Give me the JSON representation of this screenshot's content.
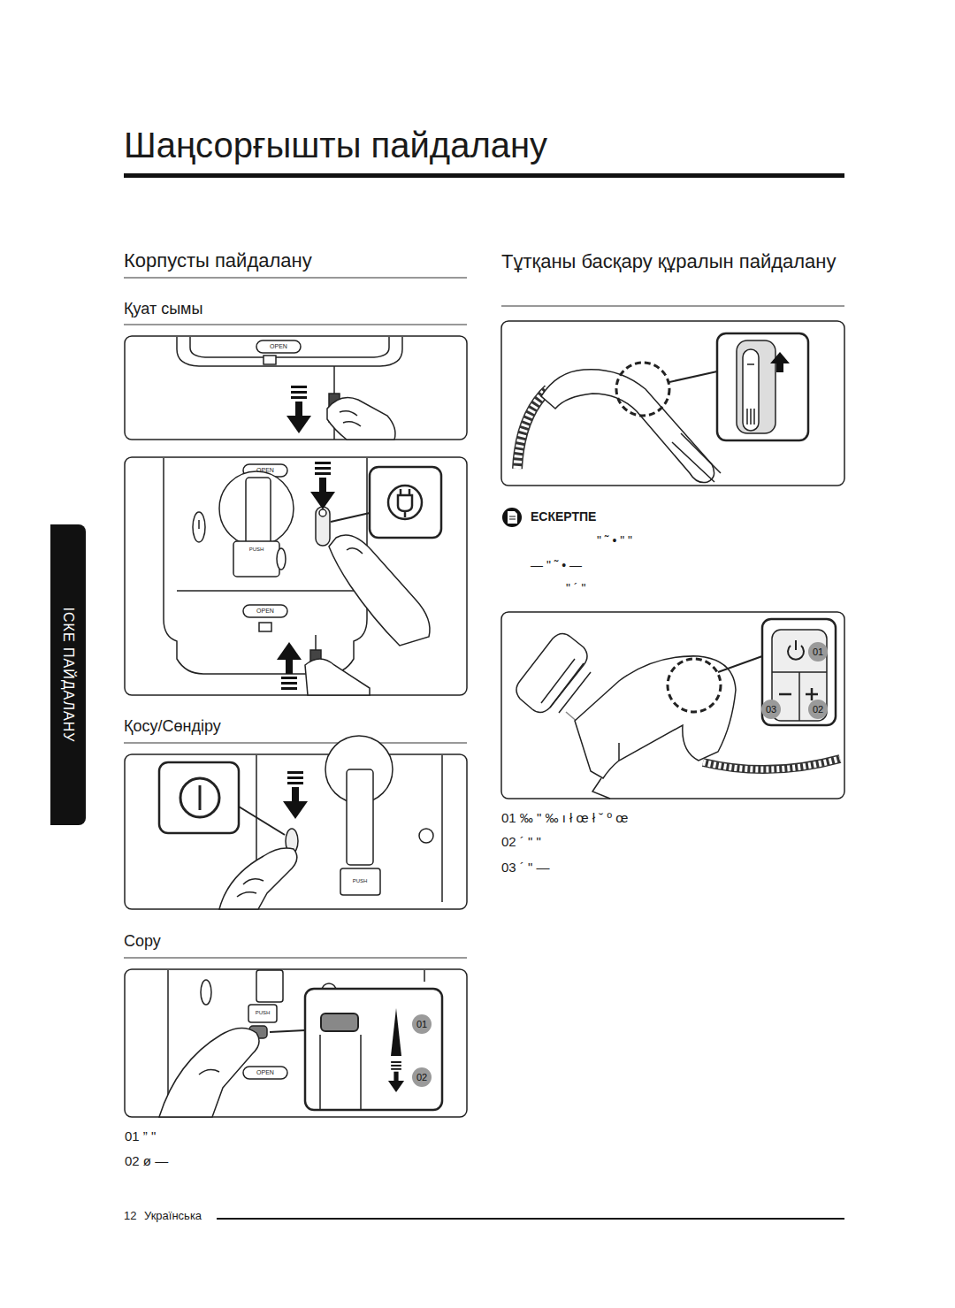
{
  "diagram": {
    "title": "Шаңсорғышты пайдалану",
    "nodes": [
      {
        "text": [
          "ІСКЕ ПАЙДАЛАНУ"
        ]
      },
      {
        "text": [
          "01"
        ]
      },
      {
        "text": [
          "02"
        ]
      },
      {
        "text": [
          "01"
        ]
      },
      {
        "text": [
          "03"
        ]
      },
      {
        "text": [
          "02"
        ]
      }
    ],
    "labels": [
      "Корпусты пайдалану",
      "Қуат сымы",
      "OPEN",
      "OPEN",
      "PUSH",
      "OPEN",
      "Қосу/Сөндіру",
      "PUSH",
      "Сору",
      "PUSH",
      "OPEN",
      "01 ” \"",
      "02 ø —",
      "Тұтқаны басқару құралын пайдалану",
      "ЕСКЕРТПЕ",
      "\" ˜ • \" \"",
      "— \" ˜ • —",
      "\" ´ \"",
      "01 ‰ \" ‰ ı ł œ ł ˘ º œ",
      "02 ´ \" \"",
      "03 ´ \" —",
      "12",
      "Українська"
    ]
  }
}
